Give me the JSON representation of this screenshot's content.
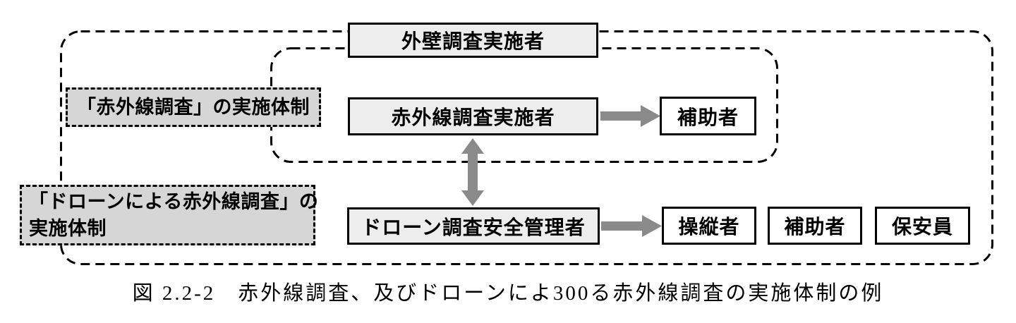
{
  "figure": {
    "caption": "図 2.2-2　赤外線調査、及びドローンによ300る赤外線調査の実施体制の例"
  },
  "diagram": {
    "top_box": {
      "label": "外壁調査実施者"
    },
    "infrared_group": {
      "group_label": "「赤外線調査」の実施体制",
      "main_box": {
        "label": "赤外線調査実施者"
      },
      "assistant_box": {
        "label": "補助者"
      }
    },
    "drone_group": {
      "group_label_line1": "「ドローンによる赤外線調査」の",
      "group_label_line2": "実施体制",
      "main_box": {
        "label": "ドローン調査安全管理者"
      },
      "roles": [
        {
          "label": "操縦者"
        },
        {
          "label": "補助者"
        },
        {
          "label": "保安員"
        }
      ]
    },
    "colors": {
      "solid_box_fill": "#ededed",
      "label_box_fill": "#d6d6d6",
      "white_box_fill": "#ffffff",
      "border": "#000000",
      "arrow": "#8a8a8a"
    }
  }
}
